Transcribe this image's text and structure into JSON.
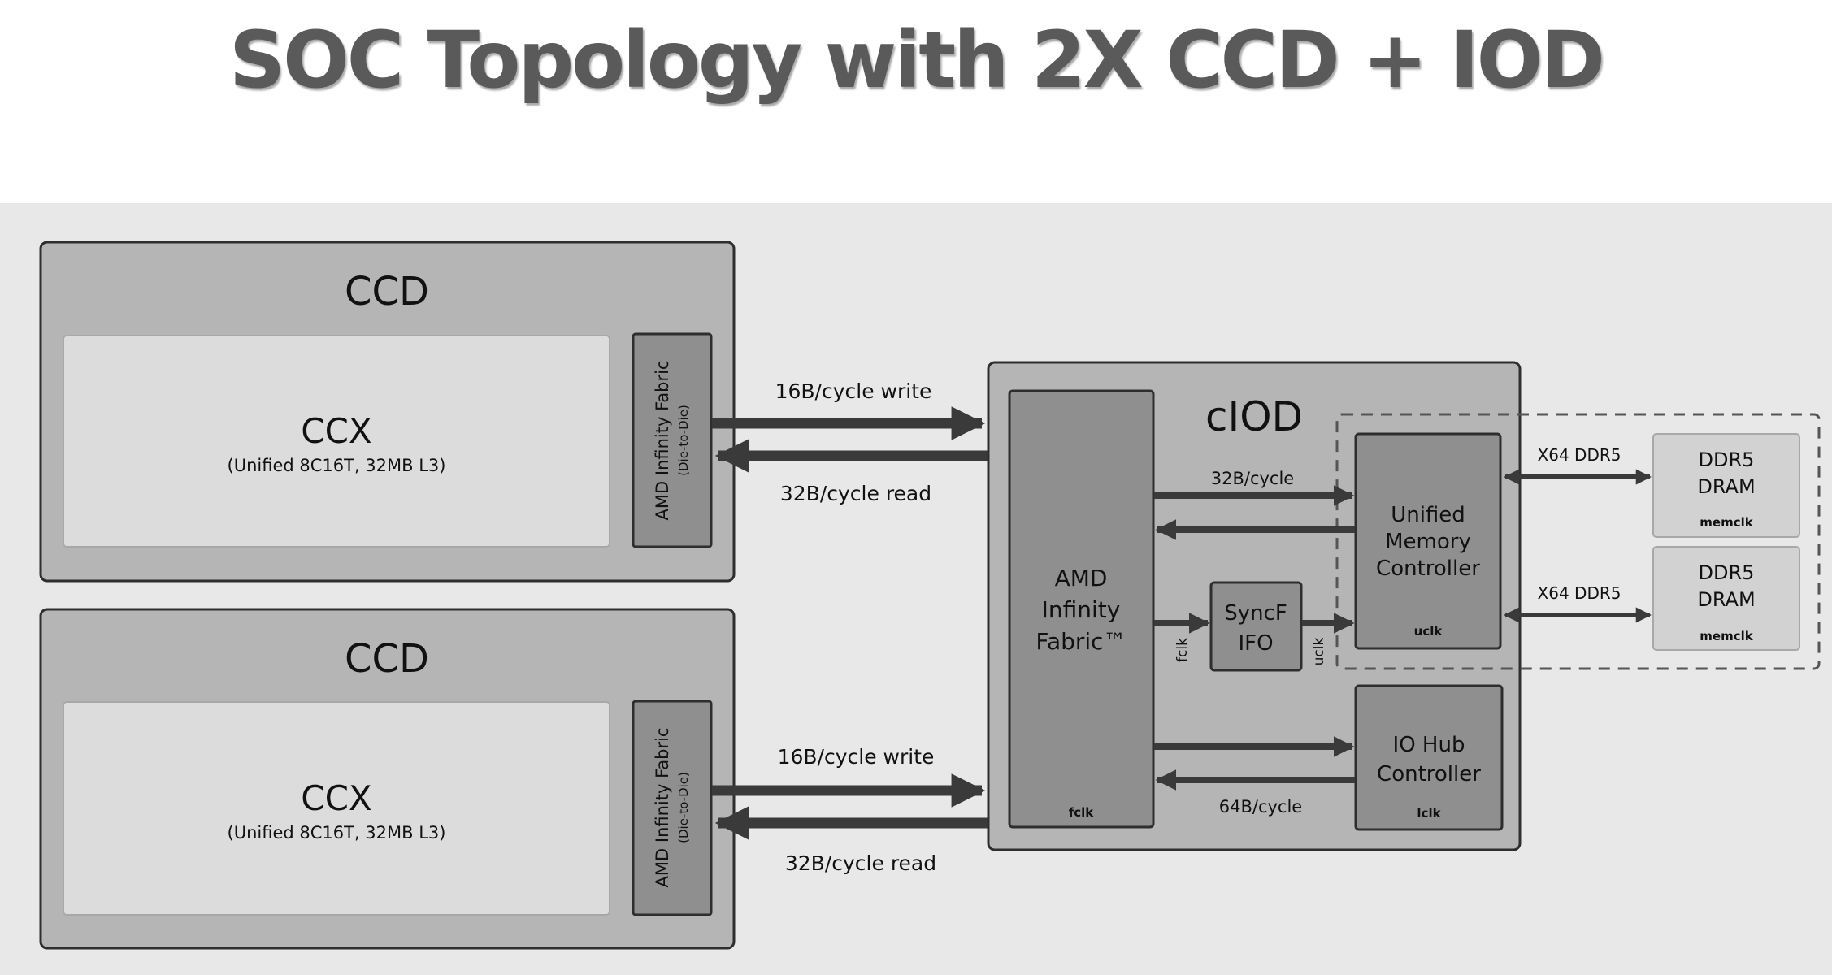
{
  "title": "SOC Topology with 2X CCD + IOD",
  "ccd_top": {
    "label": "CCD",
    "ccx_label": "CCX",
    "ccx_sub": "(Unified 8C16T, 32MB L3)",
    "fabric_label": "AMD Infinity Fabric",
    "fabric_sub": "(Die-to-Die)"
  },
  "ccd_bottom": {
    "label": "CCD",
    "ccx_label": "CCX",
    "ccx_sub": "(Unified 8C16T, 32MB L3)",
    "fabric_label": "AMD Infinity Fabric",
    "fabric_sub": "(Die-to-Die)"
  },
  "links": {
    "top_write": "16B/cycle write",
    "top_read": "32B/cycle read",
    "bottom_write": "16B/cycle write",
    "bottom_read": "32B/cycle read",
    "umc_bw": "32B/cycle",
    "io_bw": "64B/cycle",
    "ddr_top": "X64 DDR5",
    "ddr_bottom": "X64 DDR5"
  },
  "ciod": {
    "label": "cIOD",
    "fabric_line1": "AMD",
    "fabric_line2": "Infinity",
    "fabric_line3": "Fabric™",
    "fabric_clock": "fclk",
    "fclk_side": "fclk",
    "uclk_side": "uclk",
    "sync_line1": "SyncF",
    "sync_line2": "IFO",
    "umc_line1": "Unified",
    "umc_line2": "Memory",
    "umc_line3": "Controller",
    "umc_clock": "uclk",
    "io_line1": "IO Hub",
    "io_line2": "Controller",
    "io_clock": "lclk"
  },
  "dram": [
    {
      "line1": "DDR5",
      "line2": "DRAM",
      "clock": "memclk"
    },
    {
      "line1": "DDR5",
      "line2": "DRAM",
      "clock": "memclk"
    }
  ],
  "colors": {
    "canvas": "#e8e8e8",
    "die": "#b5b5b5",
    "ccx": "#dcdcdc",
    "block": "#8f8f8f",
    "dram": "#d2d2d2",
    "arrow": "#3a3a3a"
  }
}
